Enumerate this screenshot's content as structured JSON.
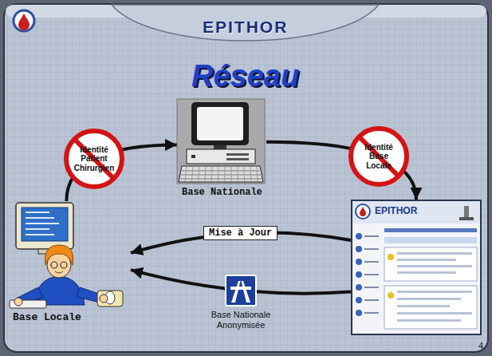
{
  "diagram": {
    "title": "Réseau",
    "nodes": [
      {
        "text": [
          "Base Locale"
        ]
      },
      {
        "text": [
          "Base Nationale"
        ]
      },
      {
        "text": [
          "EPITHOR"
        ]
      }
    ],
    "edges": [
      {
        "from": 0,
        "to": 1,
        "arrow": "to",
        "label": "Identité Patient Chirurgien"
      },
      {
        "from": 1,
        "to": 2,
        "arrow": "to",
        "label": "Identité Base Locale"
      },
      {
        "from": 2,
        "to": 0,
        "arrow": "to",
        "label": "Mise à Jour"
      },
      {
        "from": 2,
        "to": 0,
        "arrow": "to",
        "label": "Base Nationale Anonymisée"
      }
    ],
    "labels": [
      "EPITHOR",
      "4"
    ]
  }
}
